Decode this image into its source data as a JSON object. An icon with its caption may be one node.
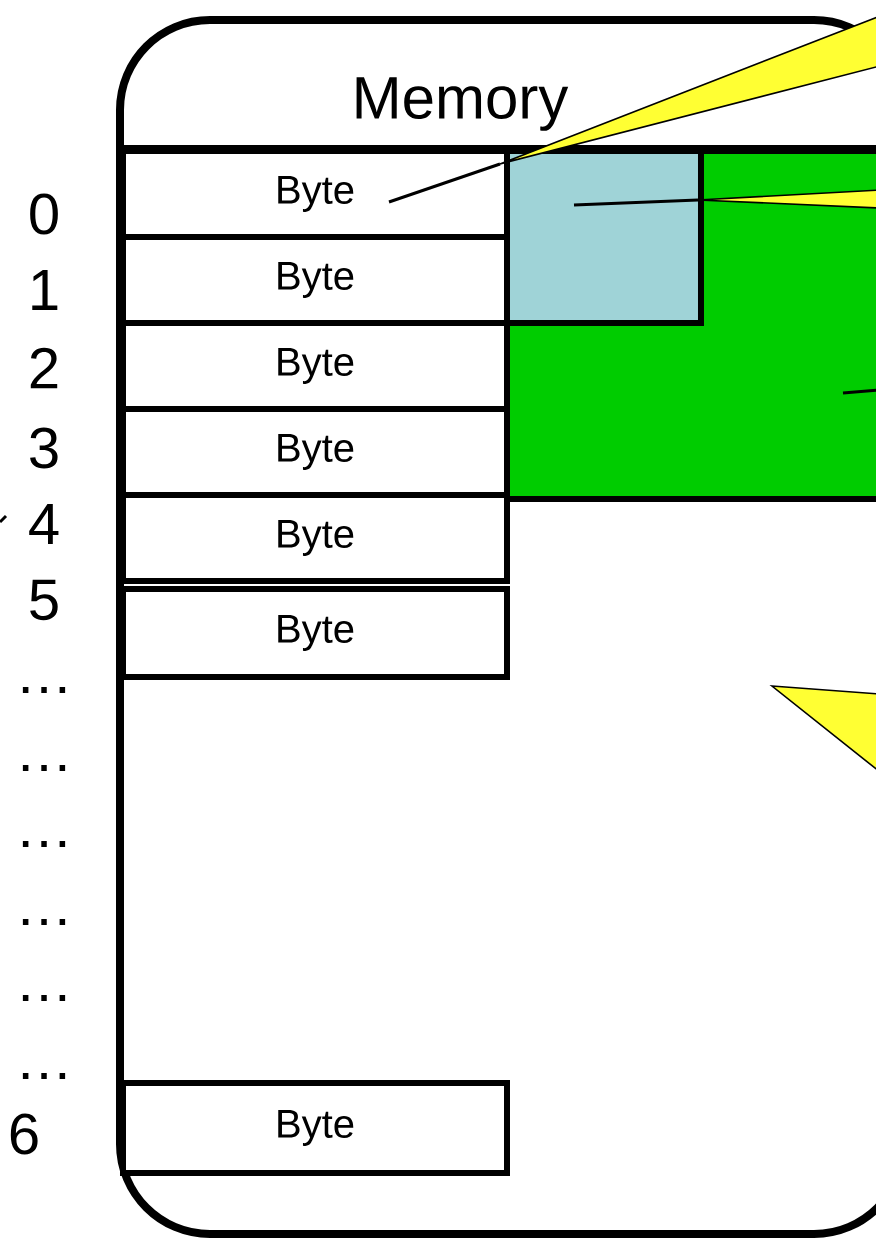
{
  "diagram": {
    "nodes": [
      {
        "text": [
          "Memory"
        ]
      },
      {
        "text": [
          "Byte"
        ],
        "in": 0
      },
      {
        "text": [
          "Byte"
        ],
        "in": 0
      },
      {
        "text": [
          "Byte"
        ],
        "in": 0
      },
      {
        "text": [
          "Byte"
        ],
        "in": 0
      },
      {
        "text": [
          "Byte"
        ],
        "in": 0
      },
      {
        "text": [
          "Byte"
        ],
        "in": 0
      },
      {
        "text": [
          "Byte"
        ],
        "in": 0
      },
      {
        "text": [],
        "shape": "box",
        "in": 9
      },
      {
        "text": [],
        "shape": "box",
        "in": 0
      }
    ],
    "edges": [
      {
        "from": null,
        "to": 1,
        "arrow": "none"
      },
      {
        "from": null,
        "to": 8,
        "arrow": "none"
      },
      {
        "from": null,
        "to": 9,
        "arrow": "none"
      }
    ],
    "labels": [
      "0",
      "1",
      "2",
      "3",
      "4",
      "5",
      "…",
      "…",
      "…",
      "…",
      "…",
      "…",
      "6"
    ]
  }
}
